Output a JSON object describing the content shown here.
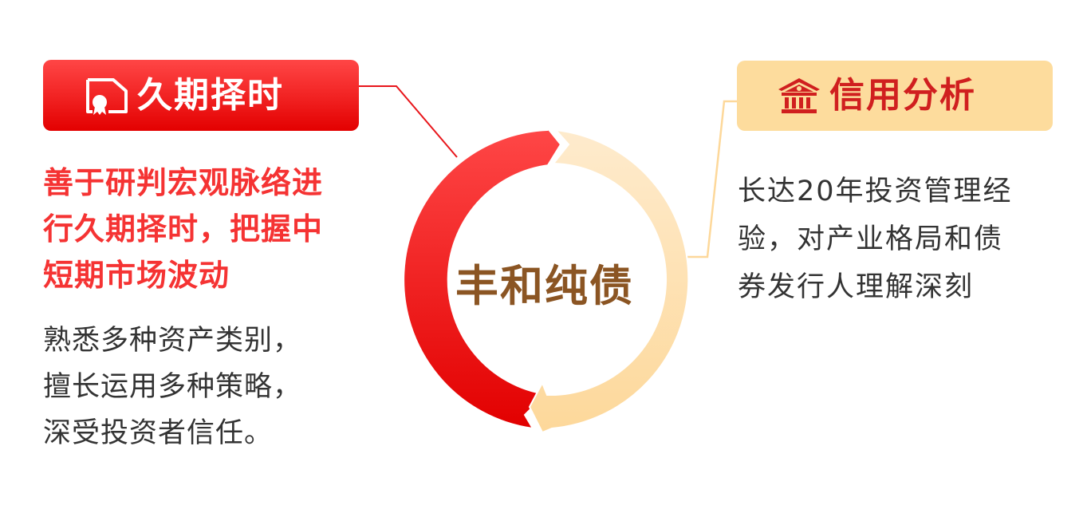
{
  "colors": {
    "red_primary": "#f22424",
    "red_light": "#ff4646",
    "red_dark": "#e30000",
    "gold_light": "#fde9c8",
    "gold": "#fddc9d",
    "brown": "#8b5523",
    "text_dark": "#333333",
    "highlight_red": "#f53333"
  },
  "left_panel": {
    "icon": "certificate-document-icon",
    "title": "久期择时",
    "highlight_lines": [
      "善于研判宏观脉络进",
      "行久期择时，把握中",
      "短期市场波动"
    ],
    "body_lines": [
      "熟悉多种资产类别，",
      "擅长运用多种策略，",
      "深受投资者信任。"
    ]
  },
  "right_panel": {
    "icon": "bank-building-icon",
    "title": "信用分析",
    "body_lines": [
      "长达20年投资管理经",
      "验，对产业格局和债",
      "券发行人理解深刻"
    ]
  },
  "center": {
    "label": "丰和纯债",
    "ring_segments": [
      {
        "name": "duration-timing-arc",
        "color_from": "#ff4646",
        "color_to": "#e30000",
        "direction": "clockwise-up"
      },
      {
        "name": "credit-analysis-arc",
        "color_from": "#fde9c8",
        "color_to": "#fddc9d",
        "direction": "clockwise-down"
      }
    ]
  }
}
